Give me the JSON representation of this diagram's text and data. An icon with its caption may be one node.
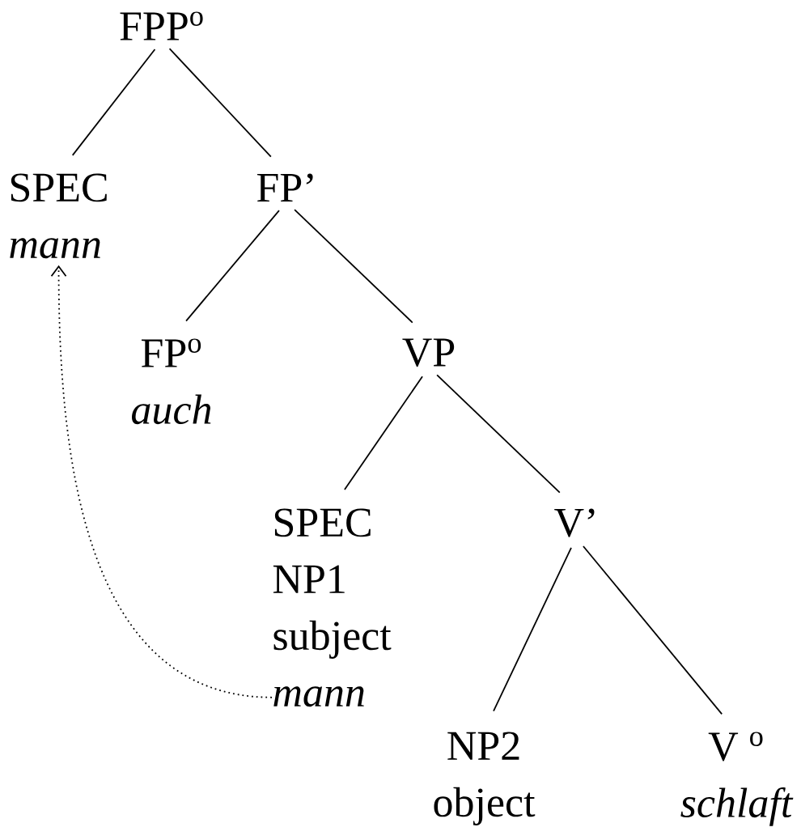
{
  "diagram": {
    "nodes": [
      {
        "text": [
          "FPP$^{o}$"
        ]
      },
      {
        "text": [
          "SPEC",
          "mann"
        ]
      },
      {
        "text": [
          "FP’"
        ]
      },
      {
        "text": [
          "FP$^{o}$",
          "auch"
        ]
      },
      {
        "text": [
          "VP"
        ]
      },
      {
        "text": [
          "SPEC",
          "NP1",
          "subject",
          "mann"
        ]
      },
      {
        "text": [
          "V’"
        ]
      },
      {
        "text": [
          "NP2",
          "object"
        ]
      },
      {
        "text": [
          "V $^{o}$",
          "schlaft"
        ]
      }
    ],
    "edges": [
      {
        "from": 0,
        "to": 1,
        "arrow": "none"
      },
      {
        "from": 0,
        "to": 2,
        "arrow": "none"
      },
      {
        "from": 2,
        "to": 3,
        "arrow": "none"
      },
      {
        "from": 2,
        "to": 4,
        "arrow": "none"
      },
      {
        "from": 4,
        "to": 5,
        "arrow": "none"
      },
      {
        "from": 4,
        "to": 6,
        "arrow": "none"
      },
      {
        "from": 6,
        "to": 7,
        "arrow": "none"
      },
      {
        "from": 6,
        "to": 8,
        "arrow": "none"
      },
      {
        "from": 5,
        "to": 1,
        "arrow": "to",
        "style": "dashed"
      }
    ]
  }
}
